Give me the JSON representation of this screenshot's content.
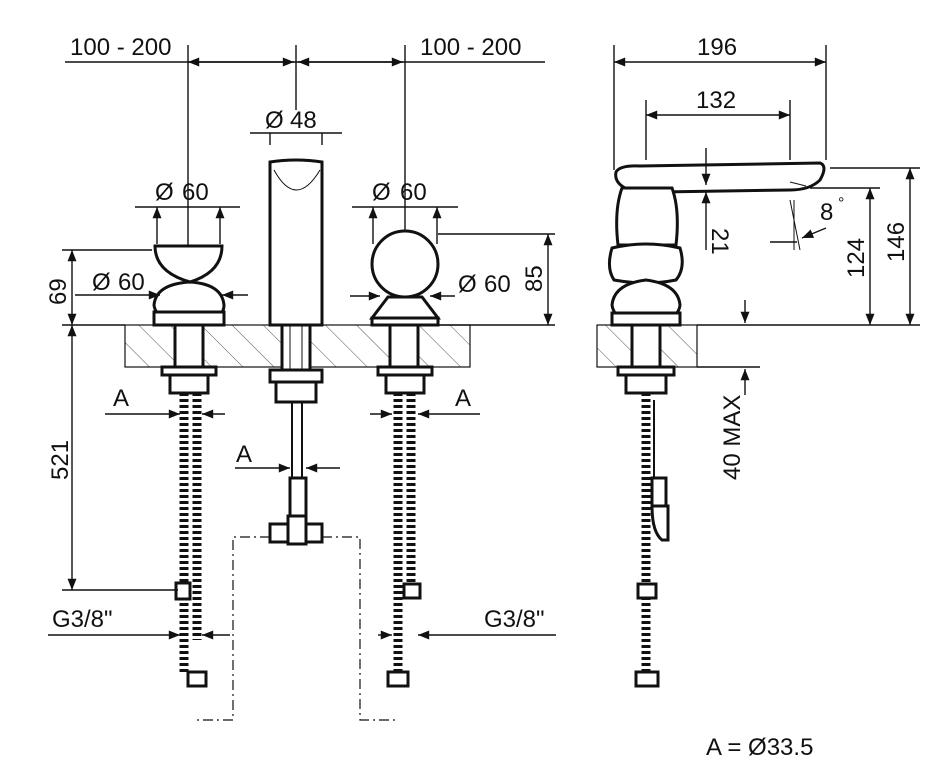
{
  "front_view": {
    "dim_left_spacing": "100 - 200",
    "dim_right_spacing": "100 - 200",
    "dim_spout_dia": "48",
    "dim_left_handle_dia": "60",
    "dim_left_base_dia": "60",
    "dim_right_handle_dia": "60",
    "dim_right_base_dia": "60",
    "dim_left_height": "69",
    "dim_right_height": "85",
    "dim_hose_length": "521",
    "label_a_left": "A",
    "label_a_center": "A",
    "label_a_right": "A",
    "label_g_left": "G3/8\"",
    "label_g_right": "G3/8\""
  },
  "side_view": {
    "dim_total_length": "196",
    "dim_spout_reach": "132",
    "dim_21": "21",
    "dim_angle": "8",
    "dim_angle_unit": "°",
    "dim_124": "124",
    "dim_146": "146",
    "dim_deck_max": "40 MAX"
  },
  "footnote": "A = Ø33.5",
  "symbols": {
    "diameter": "Ø"
  }
}
